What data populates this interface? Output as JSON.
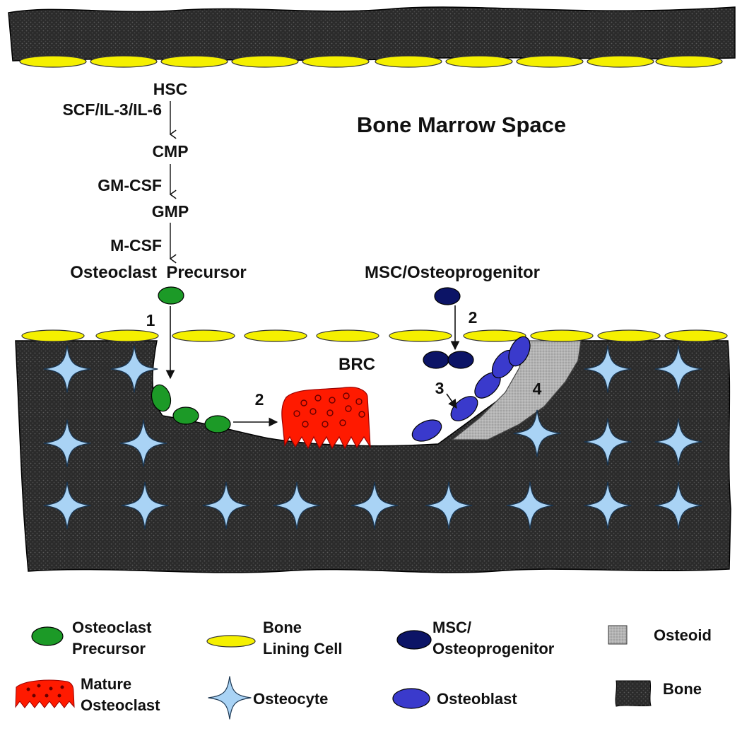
{
  "diagram": {
    "region_label": "Bone Marrow Space",
    "brc_label": "BRC",
    "pathway": {
      "stages": [
        "HSC",
        "CMP",
        "GMP",
        "Osteoclast  Precursor"
      ],
      "factors": [
        "SCF/IL-3/IL-6",
        "GM-CSF",
        "M-CSF"
      ]
    },
    "msc_label": "MSC/Osteoprogenitor",
    "steps": {
      "osteoclast_migration": "1",
      "osteoclast_fusion": "2",
      "msc_migration": "2",
      "osteoblast_differentiation": "3",
      "osteoid_deposition": "4"
    }
  },
  "legend": {
    "osteoclast_precursor": [
      "Osteoclast",
      "Precursor"
    ],
    "bone_lining_cell": [
      "Bone",
      "Lining Cell"
    ],
    "msc": [
      "MSC/",
      "Osteoprogenitor"
    ],
    "osteoid": "Osteoid",
    "mature_osteoclast": [
      "Mature",
      "Osteoclast"
    ],
    "osteocyte": "Osteocyte",
    "osteoblast": "Osteoblast",
    "bone": "Bone"
  },
  "colors": {
    "bone": "#2b2b2b",
    "lining_cell": "#f5f000",
    "osteoclast_precursor": "#1c9a27",
    "mature_osteoclast": "#ff1a00",
    "msc": "#0c1466",
    "osteoblast": "#3a3acc",
    "osteoid": "#b0b0b0",
    "osteocyte": "#a9d3f5"
  }
}
